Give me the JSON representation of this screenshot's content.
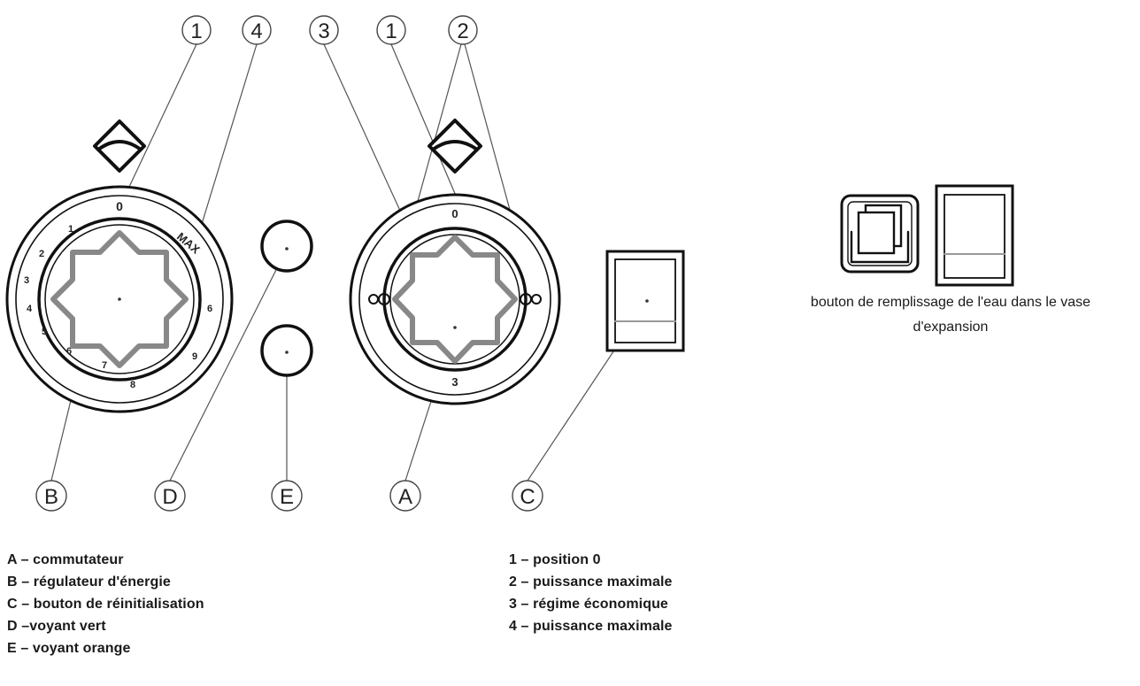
{
  "callouts": {
    "top": [
      "1",
      "4",
      "3",
      "1",
      "2"
    ],
    "bottom": [
      "B",
      "D",
      "E",
      "A",
      "C"
    ]
  },
  "knob_left_marks": {
    "top": "0",
    "max": "MAX",
    "scale": [
      "1",
      "2",
      "3",
      "4",
      "5",
      "6",
      "7",
      "8",
      "9",
      "6"
    ]
  },
  "knob_right_marks": {
    "top": "0",
    "bottom": "3"
  },
  "side_caption": {
    "line1": "bouton de remplissage de l'eau dans le vase",
    "line2": "d'expansion"
  },
  "legend_left": [
    "A – commutateur",
    "B – régulateur d'énergie",
    "C – bouton de réinitialisation",
    "D –voyant vert",
    "E – voyant orange"
  ],
  "legend_right": [
    "1 – position 0",
    "2 – puissance maximale",
    "3 – régime économique",
    "4 – puissance maximale"
  ]
}
